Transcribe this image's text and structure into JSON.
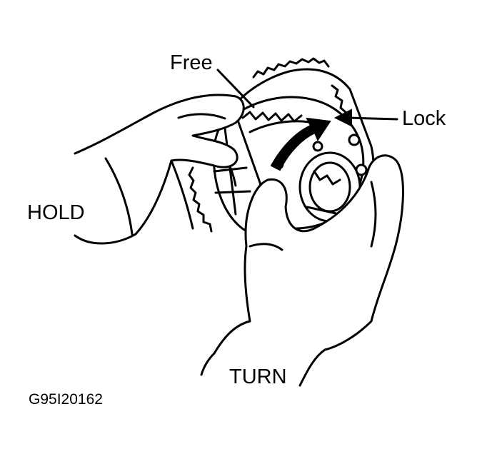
{
  "labels": {
    "free": "Free",
    "lock": "Lock",
    "hold": "HOLD",
    "turn": "TURN",
    "figure_code": "G95I20162"
  },
  "colors": {
    "ink": "#000000",
    "background": "#ffffff"
  }
}
